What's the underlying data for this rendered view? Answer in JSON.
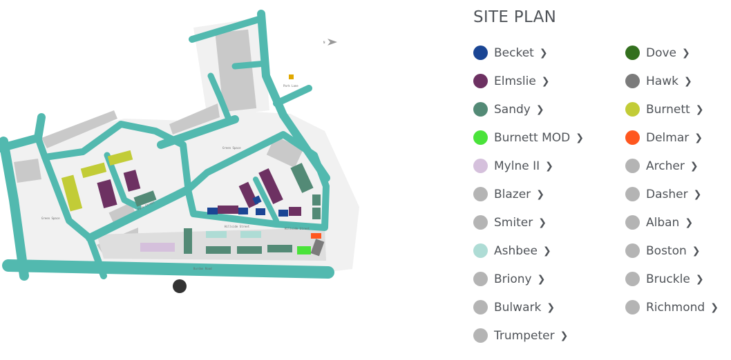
{
  "map": {
    "labels": {
      "green_space_left": "Green Space",
      "green_space_center": "Green Space",
      "park_lane": "Park Lane",
      "park_street": "Park Street",
      "hillside_street": "Hillside Street",
      "hillside_street_2": "Hillside Street",
      "burdon_road": "Burdon Road",
      "north": "N"
    },
    "colors": {
      "road": "#52b9af",
      "building": "#c8c8c8",
      "ground": "#f1f1f1"
    }
  },
  "legend": {
    "title": "SITE PLAN",
    "left": [
      {
        "label": "Becket",
        "color": "#1a4594"
      },
      {
        "label": "Elmslie",
        "color": "#6d3162"
      },
      {
        "label": "Sandy",
        "color": "#538a76"
      },
      {
        "label": "Burnett MOD",
        "color": "#4ae33a"
      },
      {
        "label": "Mylne II",
        "color": "#d5c0dc"
      },
      {
        "label": "Blazer",
        "color": "#b4b4b4"
      },
      {
        "label": "Smiter",
        "color": "#b4b4b4"
      },
      {
        "label": "Ashbee",
        "color": "#aedcd5"
      },
      {
        "label": "Briony",
        "color": "#b4b4b4"
      },
      {
        "label": "Bulwark",
        "color": "#b4b4b4"
      },
      {
        "label": "Trumpeter",
        "color": "#b4b4b4"
      }
    ],
    "right": [
      {
        "label": "Dove",
        "color": "#33701e"
      },
      {
        "label": "Hawk",
        "color": "#7b7b7b"
      },
      {
        "label": "Burnett",
        "color": "#c2cc37"
      },
      {
        "label": "Delmar",
        "color": "#ff571f"
      },
      {
        "label": "Archer",
        "color": "#b4b4b4"
      },
      {
        "label": "Dasher",
        "color": "#b4b4b4"
      },
      {
        "label": "Alban",
        "color": "#b4b4b4"
      },
      {
        "label": "Boston",
        "color": "#b4b4b4"
      },
      {
        "label": "Bruckle",
        "color": "#b4b4b4"
      },
      {
        "label": "Richmond",
        "color": "#b4b4b4"
      }
    ],
    "chevron_icon": "chevron-right-icon"
  }
}
